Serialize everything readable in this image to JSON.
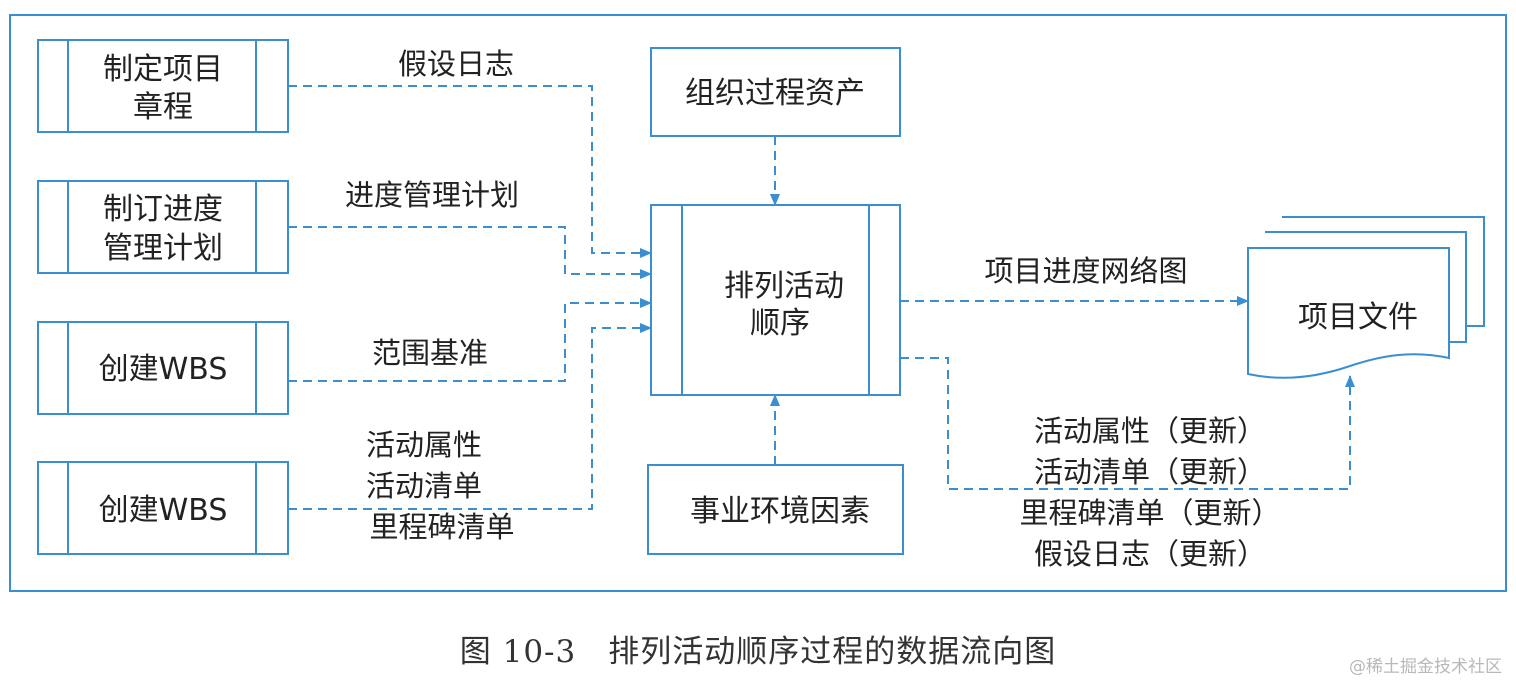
{
  "colors": {
    "line": "#3b8fd0",
    "text": "#222222",
    "caption": "#333333",
    "watermark": "#b8b8b8"
  },
  "inputs": [
    {
      "id": "charter",
      "lines": [
        "制定项目",
        "章程"
      ]
    },
    {
      "id": "schedule-plan",
      "lines": [
        "制订进度",
        "管理计划"
      ]
    },
    {
      "id": "wbs-1",
      "lines": [
        "创建WBS"
      ]
    },
    {
      "id": "wbs-2",
      "lines": [
        "创建WBS"
      ]
    }
  ],
  "flow_labels": {
    "assumption_log": [
      "假设日志"
    ],
    "schedule_mgmt_plan": [
      "进度管理计划"
    ],
    "scope_baseline": [
      "范围基准"
    ],
    "activity_lists": [
      "活动属性",
      "活动清单",
      "里程碑清单"
    ]
  },
  "opa": {
    "lines": [
      "组织过程资产"
    ]
  },
  "eef": {
    "lines": [
      "事业环境因素"
    ]
  },
  "process": {
    "lines": [
      "排列活动",
      "顺序"
    ]
  },
  "outputs": {
    "network_label": [
      "项目进度网络图"
    ],
    "project_docs": [
      "项目文件"
    ],
    "updates": [
      "活动属性（更新）",
      "活动清单（更新）",
      "里程碑清单（更新）",
      "假设日志（更新）"
    ]
  },
  "caption": "图 10-3　排列活动顺序过程的数据流向图",
  "watermark": "@稀土掘金技术社区"
}
